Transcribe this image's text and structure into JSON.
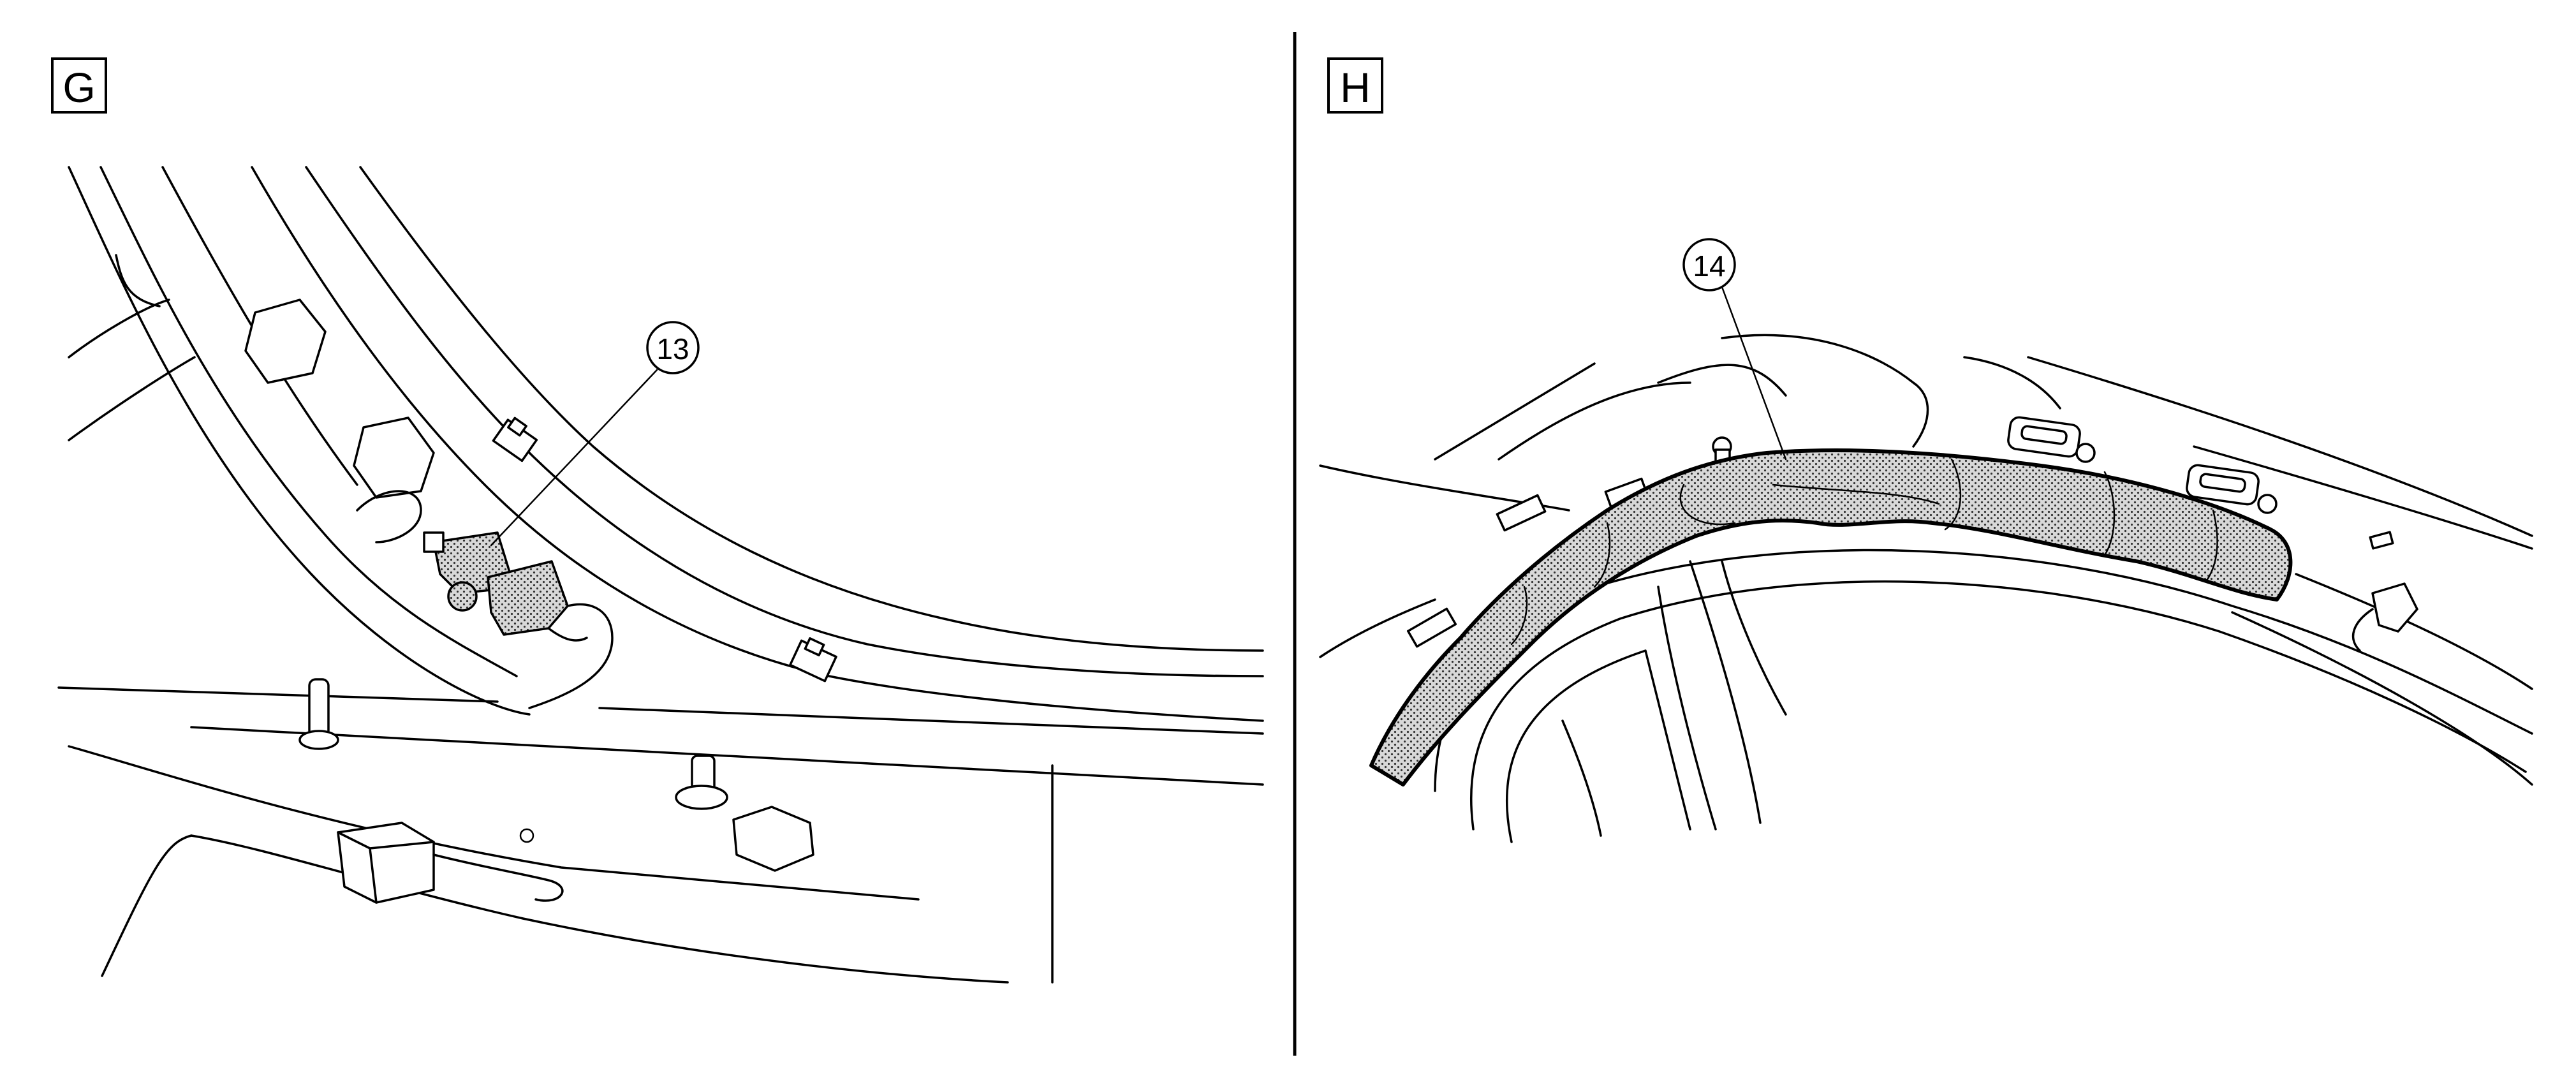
{
  "panels": [
    {
      "id": "G",
      "label": "G"
    },
    {
      "id": "H",
      "label": "H"
    }
  ],
  "callouts": [
    {
      "panel": "G",
      "number": "13"
    },
    {
      "panel": "H",
      "number": "14"
    }
  ],
  "colors": {
    "line": "#000000",
    "background": "#ffffff"
  }
}
